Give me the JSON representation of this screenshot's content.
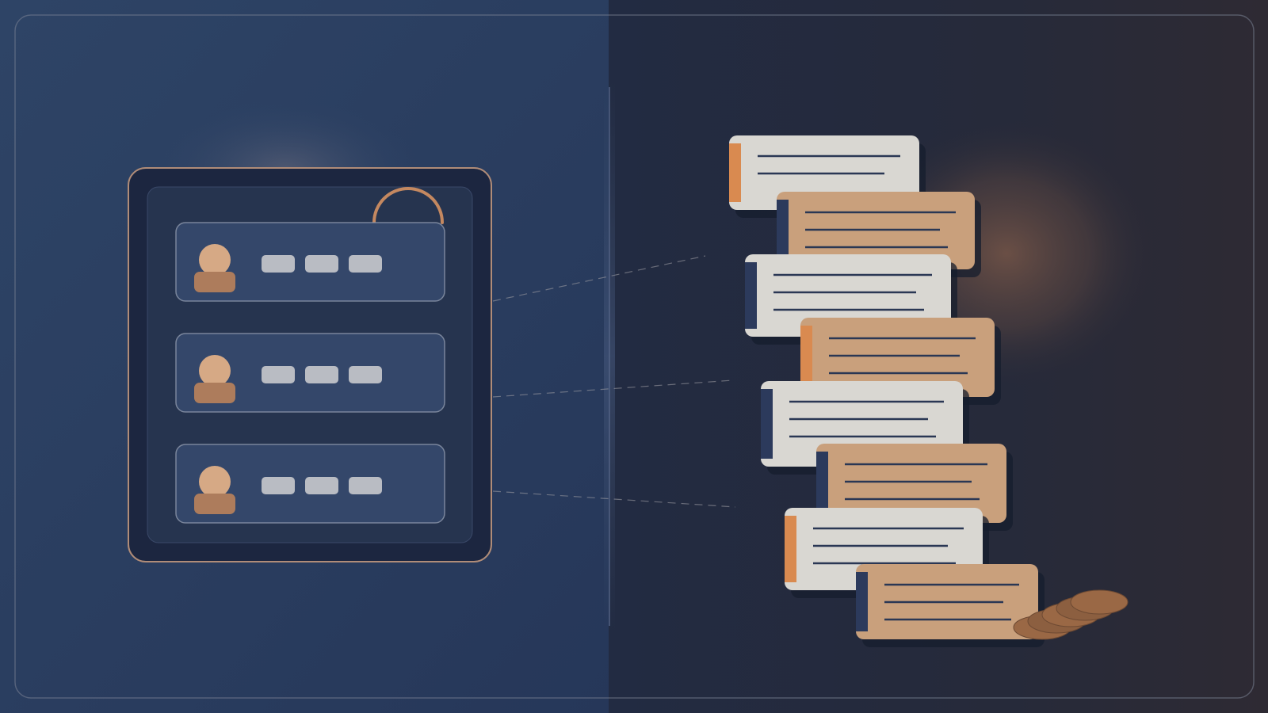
{
  "scene": {
    "left_panel": {
      "profile_rows": [
        {
          "chips": 3
        },
        {
          "chips": 3
        },
        {
          "chips": 3
        }
      ]
    },
    "right_panel": {
      "document_stack": [
        {
          "style": "light",
          "accent": "orange",
          "lines": 2
        },
        {
          "style": "tan",
          "accent": "navy",
          "lines": 3
        },
        {
          "style": "light",
          "accent": "navy",
          "lines": 3
        },
        {
          "style": "tan",
          "accent": "orange",
          "lines": 3
        },
        {
          "style": "light",
          "accent": "navy",
          "lines": 3
        },
        {
          "style": "tan",
          "accent": "navy",
          "lines": 3
        },
        {
          "style": "light",
          "accent": "orange",
          "lines": 3
        },
        {
          "style": "tan",
          "accent": "navy",
          "lines": 3
        }
      ],
      "coin_count": 5
    }
  },
  "colors": {
    "left_bg": "#2b3d5e",
    "right_bg": "#232b40",
    "warm_glow": "#6b5045",
    "frame_border": "#b08c78",
    "row_fill": "#34476a",
    "avatar_head": "#d6a985",
    "avatar_body": "#ad7c5c",
    "chip": "#b9bcc3",
    "paper_light": "#d9d7d2",
    "paper_tan": "#c9a07c",
    "accent_orange": "#d98a50",
    "accent_navy": "#2c3a5c",
    "text_line": "#2a3754",
    "coin": "#9a6845"
  }
}
